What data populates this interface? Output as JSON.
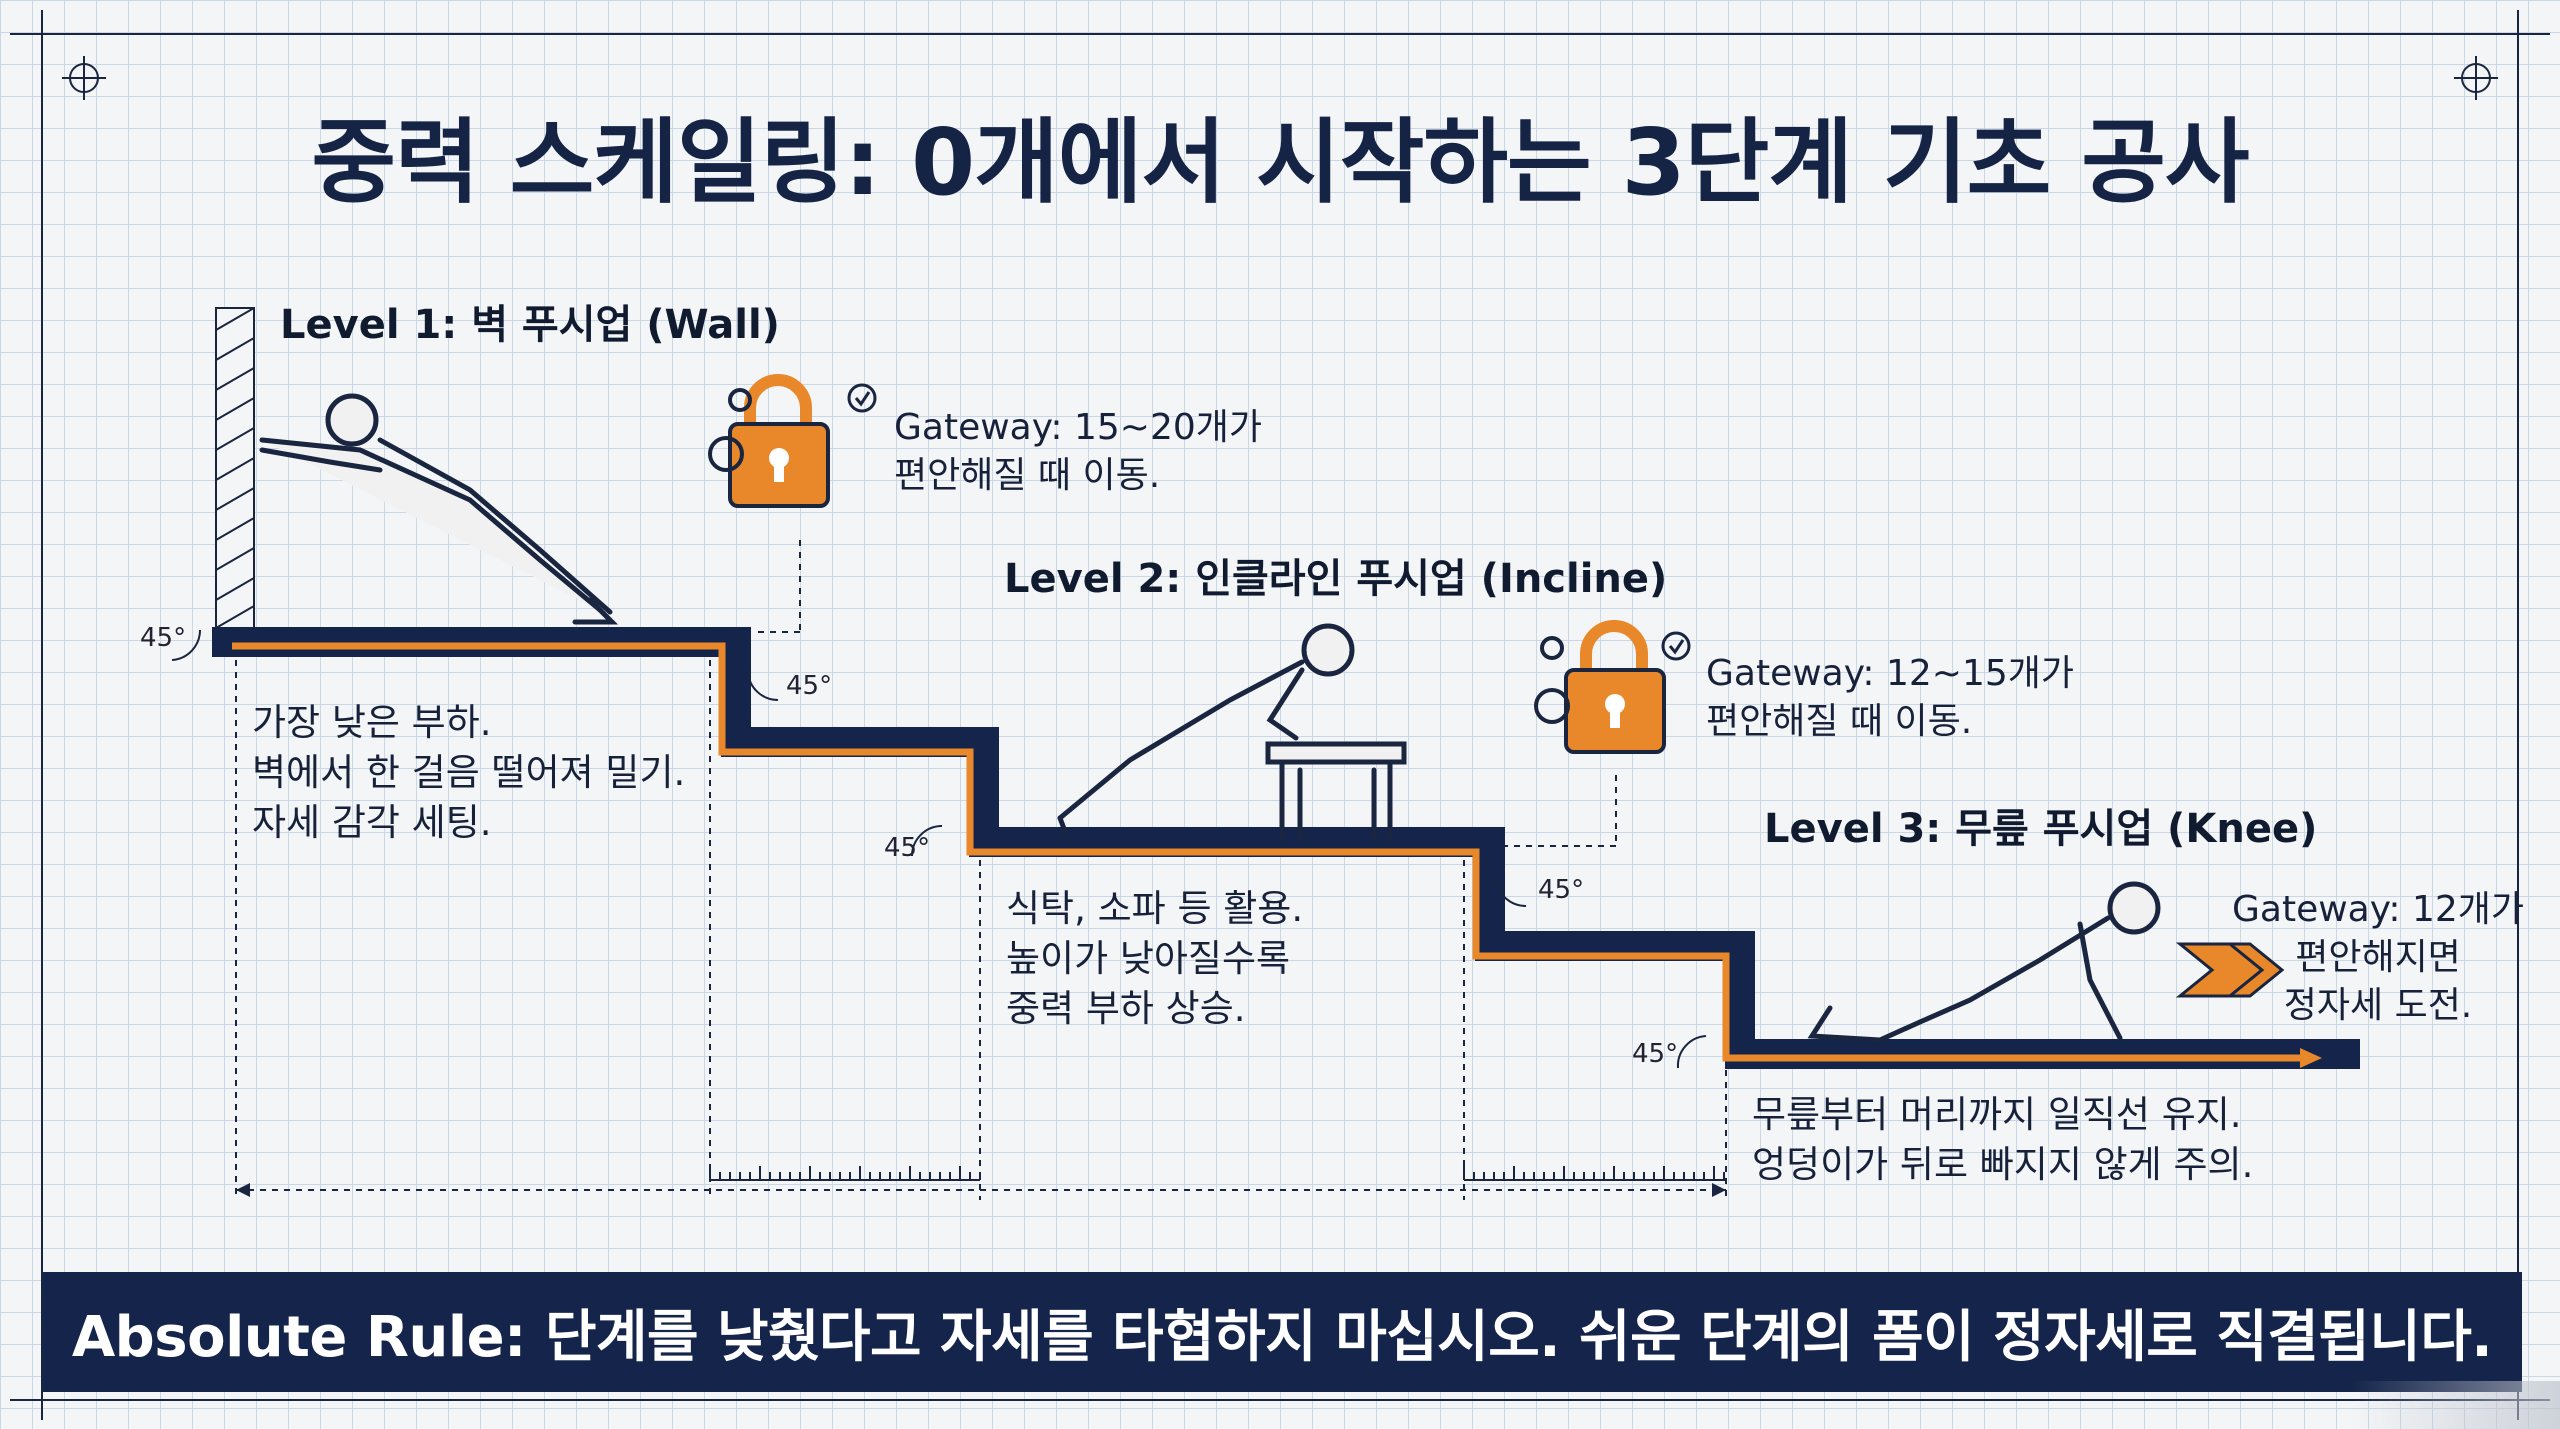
{
  "title": "중력 스케일링: 0개에서 시작하는 3단계 기초 공사",
  "levels": [
    {
      "title": "Level 1: 벽 푸시업 (Wall)",
      "note": [
        "가장 낮은 부하.",
        "벽에서 한 걸음 떨어져 밀기.",
        "자세 감각 세팅."
      ]
    },
    {
      "title": "Level 2: 인클라인 푸시업 (Incline)",
      "note": [
        "식탁, 소파 등 활용.",
        "높이가 낮아질수록",
        "중력 부하 상승."
      ]
    },
    {
      "title": "Level 3: 무릎 푸시업 (Knee)",
      "note": [
        "무릎부터 머리까지 일직선 유지.",
        "엉덩이가 뒤로 빠지지 않게 주의."
      ]
    }
  ],
  "gateways": [
    {
      "lines": [
        "Gateway: 15~20개가",
        "편안해질 때 이동."
      ]
    },
    {
      "lines": [
        "Gateway: 12~15개가",
        "편안해질 때 이동."
      ]
    },
    {
      "lines": [
        "Gateway: 12개가",
        "편안해지면",
        "정자세 도전."
      ]
    }
  ],
  "angle_label": "45°",
  "footer": "Absolute Rule: 단계를 낮췄다고 자세를 타협하지 마십시오. 쉬운 단계의 폼이 정자세로 직결됩니다.",
  "colors": {
    "navy": "#14244a",
    "orange": "#e8882a",
    "grid": "#c9d7e6"
  },
  "icons": [
    "padlock-icon",
    "gear-icon",
    "check-circle-icon",
    "chevron-arrow-icon"
  ]
}
